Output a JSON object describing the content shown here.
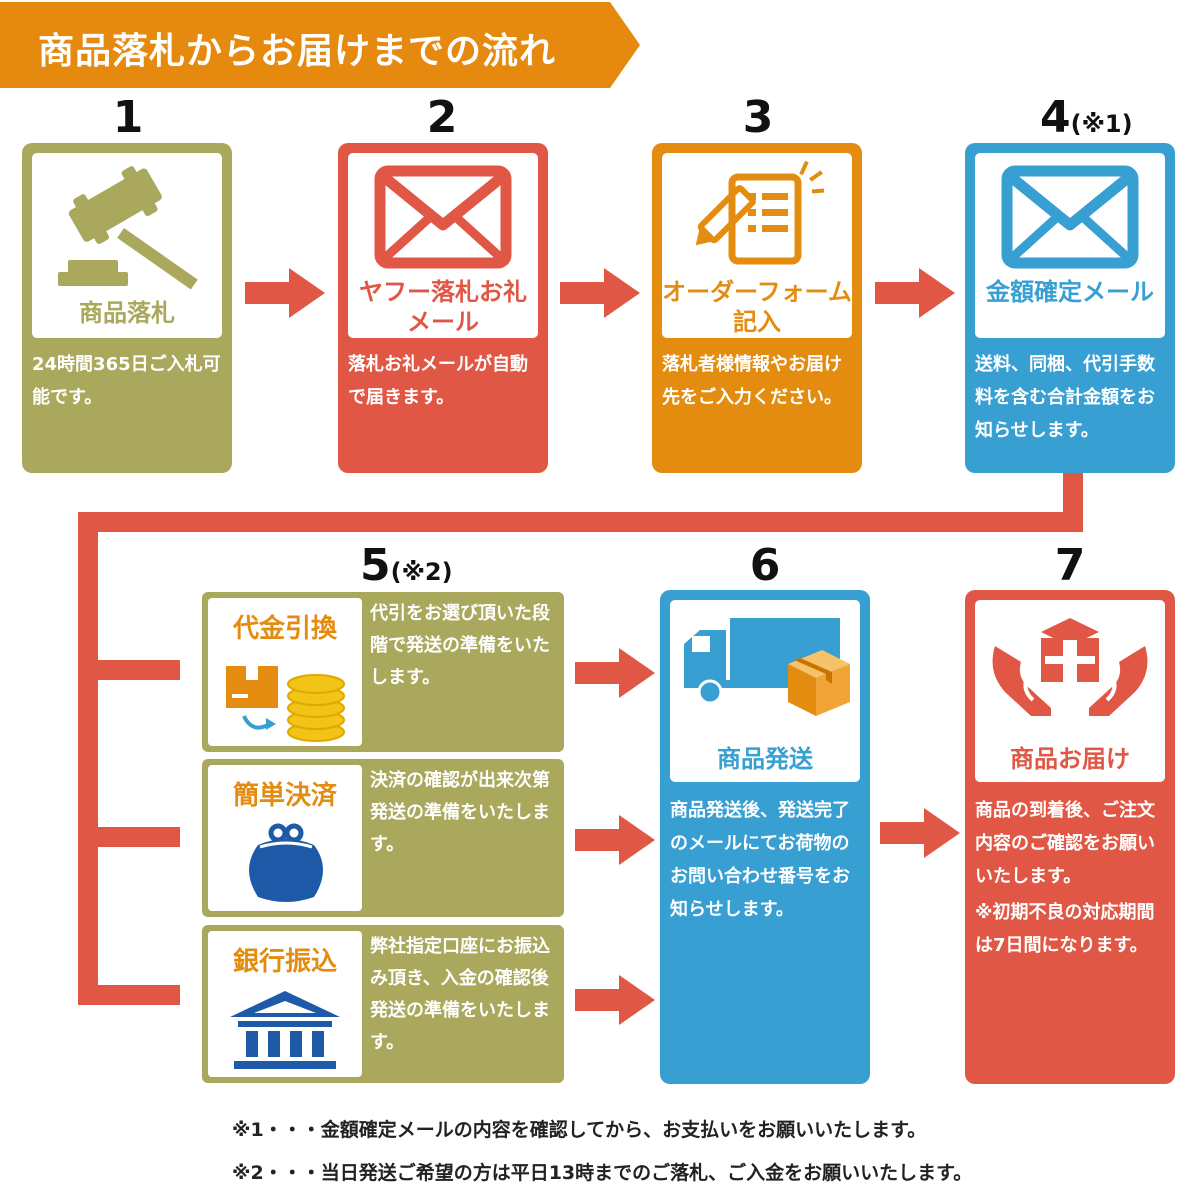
{
  "title": "商品落札からお届けまでの流れ",
  "steps": [
    {
      "num": "1",
      "suffix": "",
      "title": "商品落札",
      "desc": "24時間365日ご入札可能です。",
      "icon": "gavel-icon"
    },
    {
      "num": "2",
      "suffix": "",
      "title": "ヤフー落札お礼メール",
      "desc": "落札お礼メールが自動で届きます。",
      "icon": "envelope-icon"
    },
    {
      "num": "3",
      "suffix": "",
      "title": "オーダーフォーム記入",
      "desc": "落札者様情報やお届け先をご入力ください。",
      "icon": "order-form-icon"
    },
    {
      "num": "4",
      "suffix": "(※1)",
      "title": "金額確定メール",
      "desc": "送料、同梱、代引手数料を含む合計金額をお知らせします。",
      "icon": "envelope-icon"
    },
    {
      "num": "5",
      "suffix": "(※2)"
    },
    {
      "num": "6",
      "suffix": "",
      "title": "商品発送",
      "desc": "商品発送後、発送完了のメールにてお荷物のお問い合わせ番号をお知らせします。",
      "icon": "delivery-truck-icon"
    },
    {
      "num": "7",
      "suffix": "",
      "title": "商品お届け",
      "desc": "商品の到着後、ご注文内容のご確認をお願いいたします。",
      "desc2": "※初期不良の対応期間は7日間になります。",
      "icon": "package-hands-icon"
    }
  ],
  "payments": [
    {
      "title": "代金引換",
      "desc": "代引をお選び頂いた段階で発送の準備をいたします。",
      "icon": "cash-on-delivery-icon"
    },
    {
      "title": "簡単決済",
      "desc": "決済の確認が出来次第発送の準備をいたします。",
      "icon": "coin-purse-icon"
    },
    {
      "title": "銀行振込",
      "desc": "弊社指定口座にお振込み頂き、入金の確認後発送の準備をいたします。",
      "icon": "bank-icon"
    }
  ],
  "notes": [
    "※1・・・金額確定メールの内容を確認してから、お支払いをお願いいたします。",
    "※2・・・当日発送ご希望の方は平日13時までのご落札、ご入金をお願いいたします。"
  ],
  "colors": {
    "olive": "#a9a85c",
    "red": "#e05845",
    "orange": "#e48c10",
    "blue": "#379fd2",
    "banner": "#e58a0f"
  }
}
